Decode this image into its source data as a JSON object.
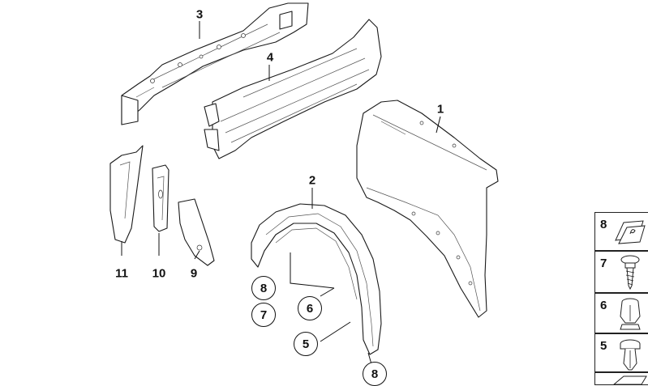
{
  "diagram": {
    "callouts": [
      {
        "id": "c1",
        "label": "1"
      },
      {
        "id": "c2",
        "label": "2"
      },
      {
        "id": "c3",
        "label": "3"
      },
      {
        "id": "c4",
        "label": "4"
      },
      {
        "id": "c9",
        "label": "9"
      },
      {
        "id": "c10",
        "label": "10"
      },
      {
        "id": "c11",
        "label": "11"
      }
    ],
    "circled": [
      {
        "id": "r8a",
        "label": "8"
      },
      {
        "id": "r7",
        "label": "7"
      },
      {
        "id": "r6",
        "label": "6"
      },
      {
        "id": "r5",
        "label": "5"
      },
      {
        "id": "r8b",
        "label": "8"
      }
    ],
    "legend": [
      {
        "label": "8",
        "icon": "clip-nut-icon"
      },
      {
        "label": "7",
        "icon": "screw-icon"
      },
      {
        "label": "6",
        "icon": "expanding-nut-icon"
      },
      {
        "label": "5",
        "icon": "expanding-rivet-icon"
      },
      {
        "label": "",
        "icon": "sheet-metal-nut-icon"
      }
    ]
  }
}
